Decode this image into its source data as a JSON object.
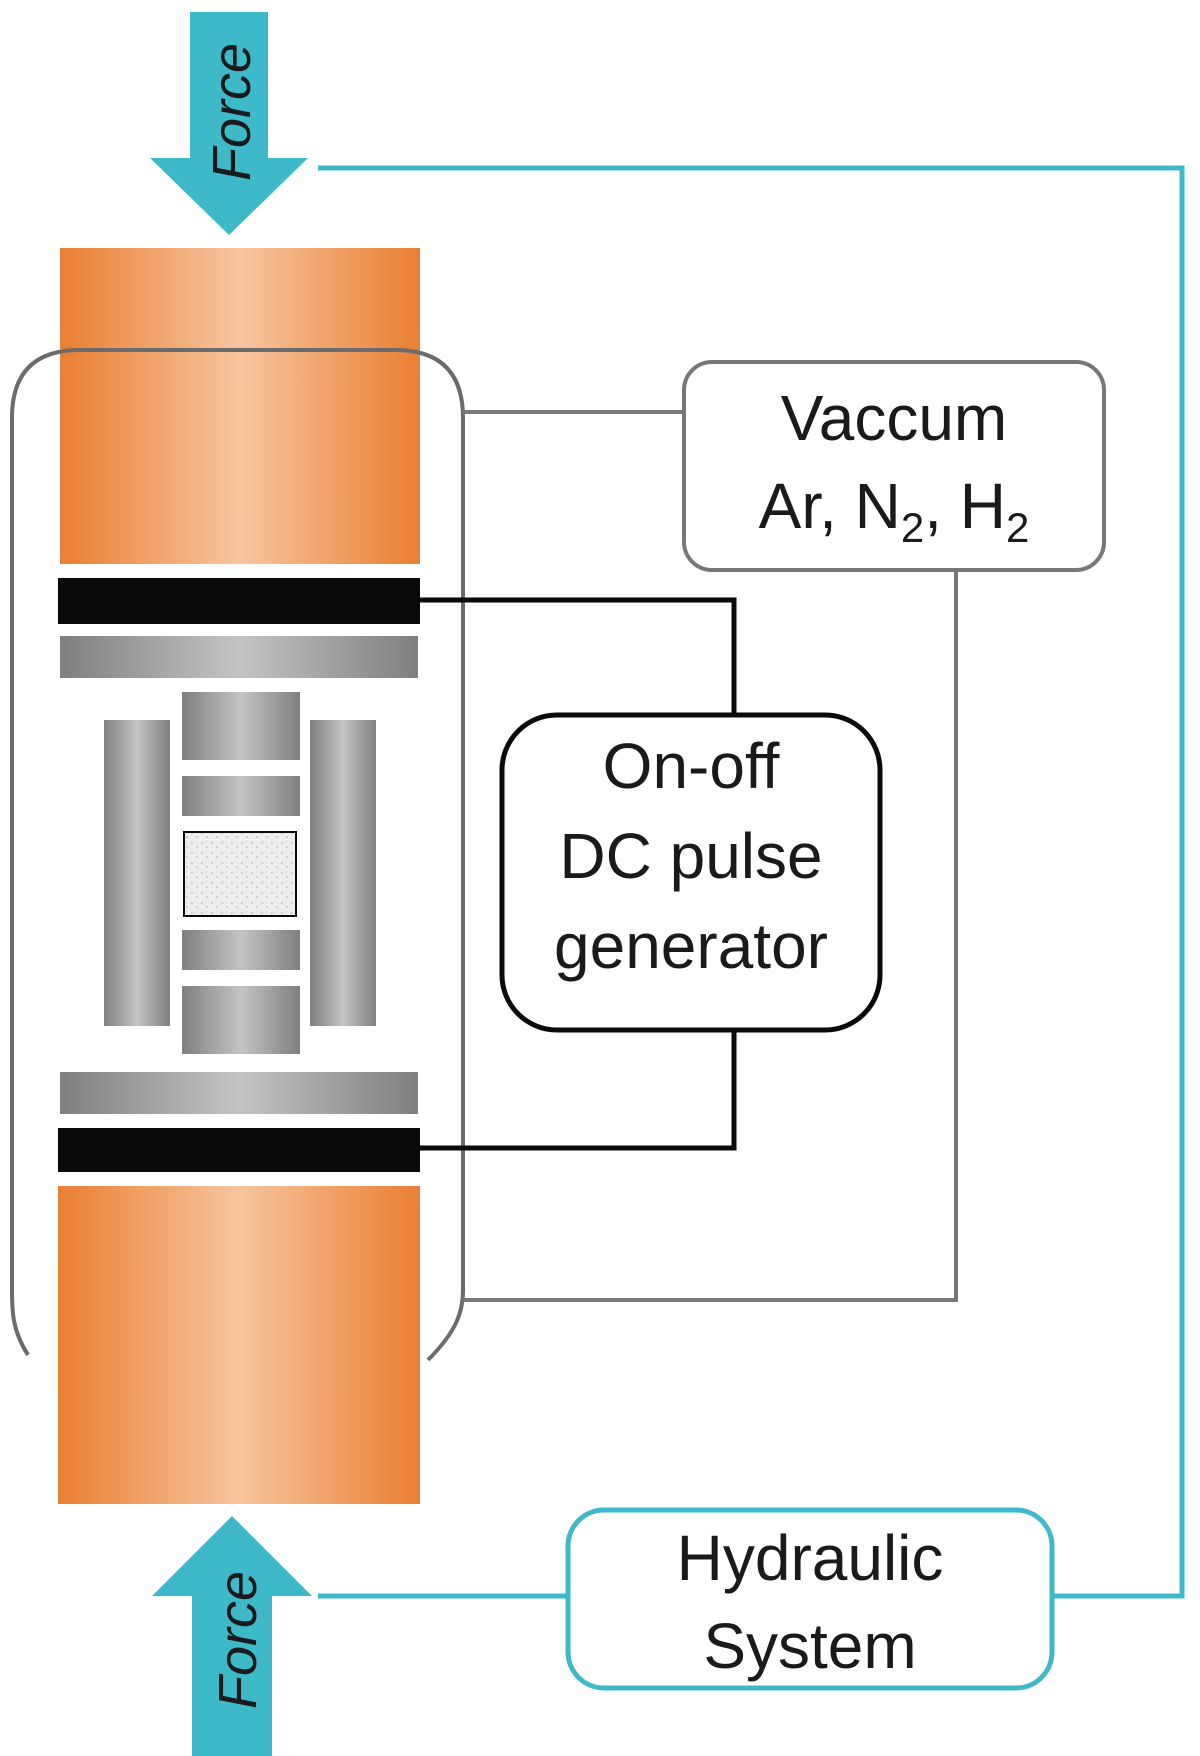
{
  "force_top": {
    "label": "Force"
  },
  "force_bottom": {
    "label": "Force"
  },
  "gas_box": {
    "line1": "Vaccum",
    "line2_parts": [
      "Ar, N",
      "2",
      ", H",
      "2"
    ]
  },
  "pulse_box": {
    "lines": [
      "On-off",
      "DC pulse",
      "generator"
    ]
  },
  "hydraulic_box": {
    "lines": [
      "Hydraulic",
      "System"
    ]
  },
  "colors": {
    "accent_teal": "#3db9c9",
    "electrode_orange": "#ee8a3d",
    "electrode_light": "#f5c39d",
    "graphite_gray": "#9a9a9a",
    "spacer_black": "#0a0a0a",
    "chamber_outline": "#6b6b6b"
  }
}
